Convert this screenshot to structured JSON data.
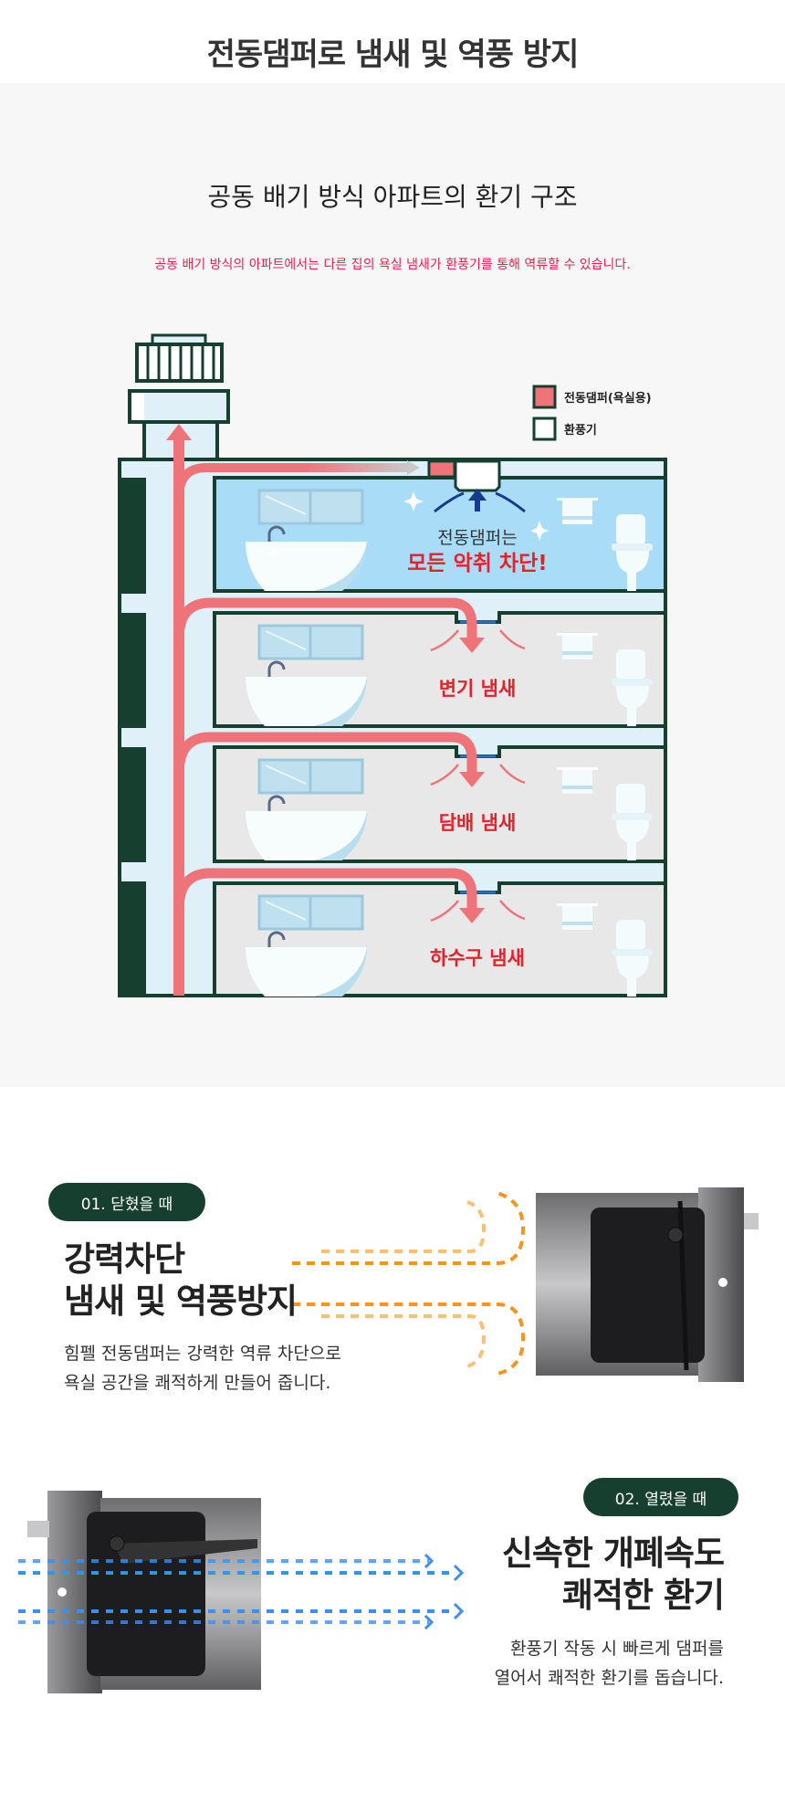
{
  "header": {
    "title": "전동댐퍼로 냄새 및 역풍 방지"
  },
  "structure": {
    "subtitle": "공동 배기 방식 아파트의 환기 구조",
    "description": "공동 배기 방식의 아파트에서는 다른 집의 욕실 냄새가 환풍기를 통해 역류할 수 있습니다.",
    "legend": [
      {
        "label": "전동댐퍼(욕실용)",
        "color": "#ef7479"
      },
      {
        "label": "환풍기",
        "color": "#ffffff"
      }
    ],
    "top_floor": {
      "line1": "전동댐퍼는",
      "line2": "모든 악취 차단!"
    },
    "floors": [
      {
        "label": "변기 냄새"
      },
      {
        "label": "담배 냄새"
      },
      {
        "label": "하수구 냄새"
      }
    ]
  },
  "closed": {
    "badge": "01. 닫혔을 때",
    "heading": [
      "강력차단",
      "냄새 및 역풍방지"
    ],
    "body": [
      "힘펠 전동댐퍼는 강력한 역류 차단으로",
      "욕실 공간을 쾌적하게 만들어 줍니다."
    ]
  },
  "opened": {
    "badge": "02. 열렸을 때",
    "heading": [
      "신속한 개폐속도",
      "쾌적한 환기"
    ],
    "body": [
      "환풍기 작동 시 빠르게 댐퍼를",
      "열어서 쾌적한 환기를 돕습니다."
    ]
  },
  "colors": {
    "brand_green": "#173f30",
    "odor_red": "#ef7479",
    "alert_red": "#e8202a",
    "closed_orange": "#f7931e",
    "open_blue": "#3b8ff0"
  }
}
